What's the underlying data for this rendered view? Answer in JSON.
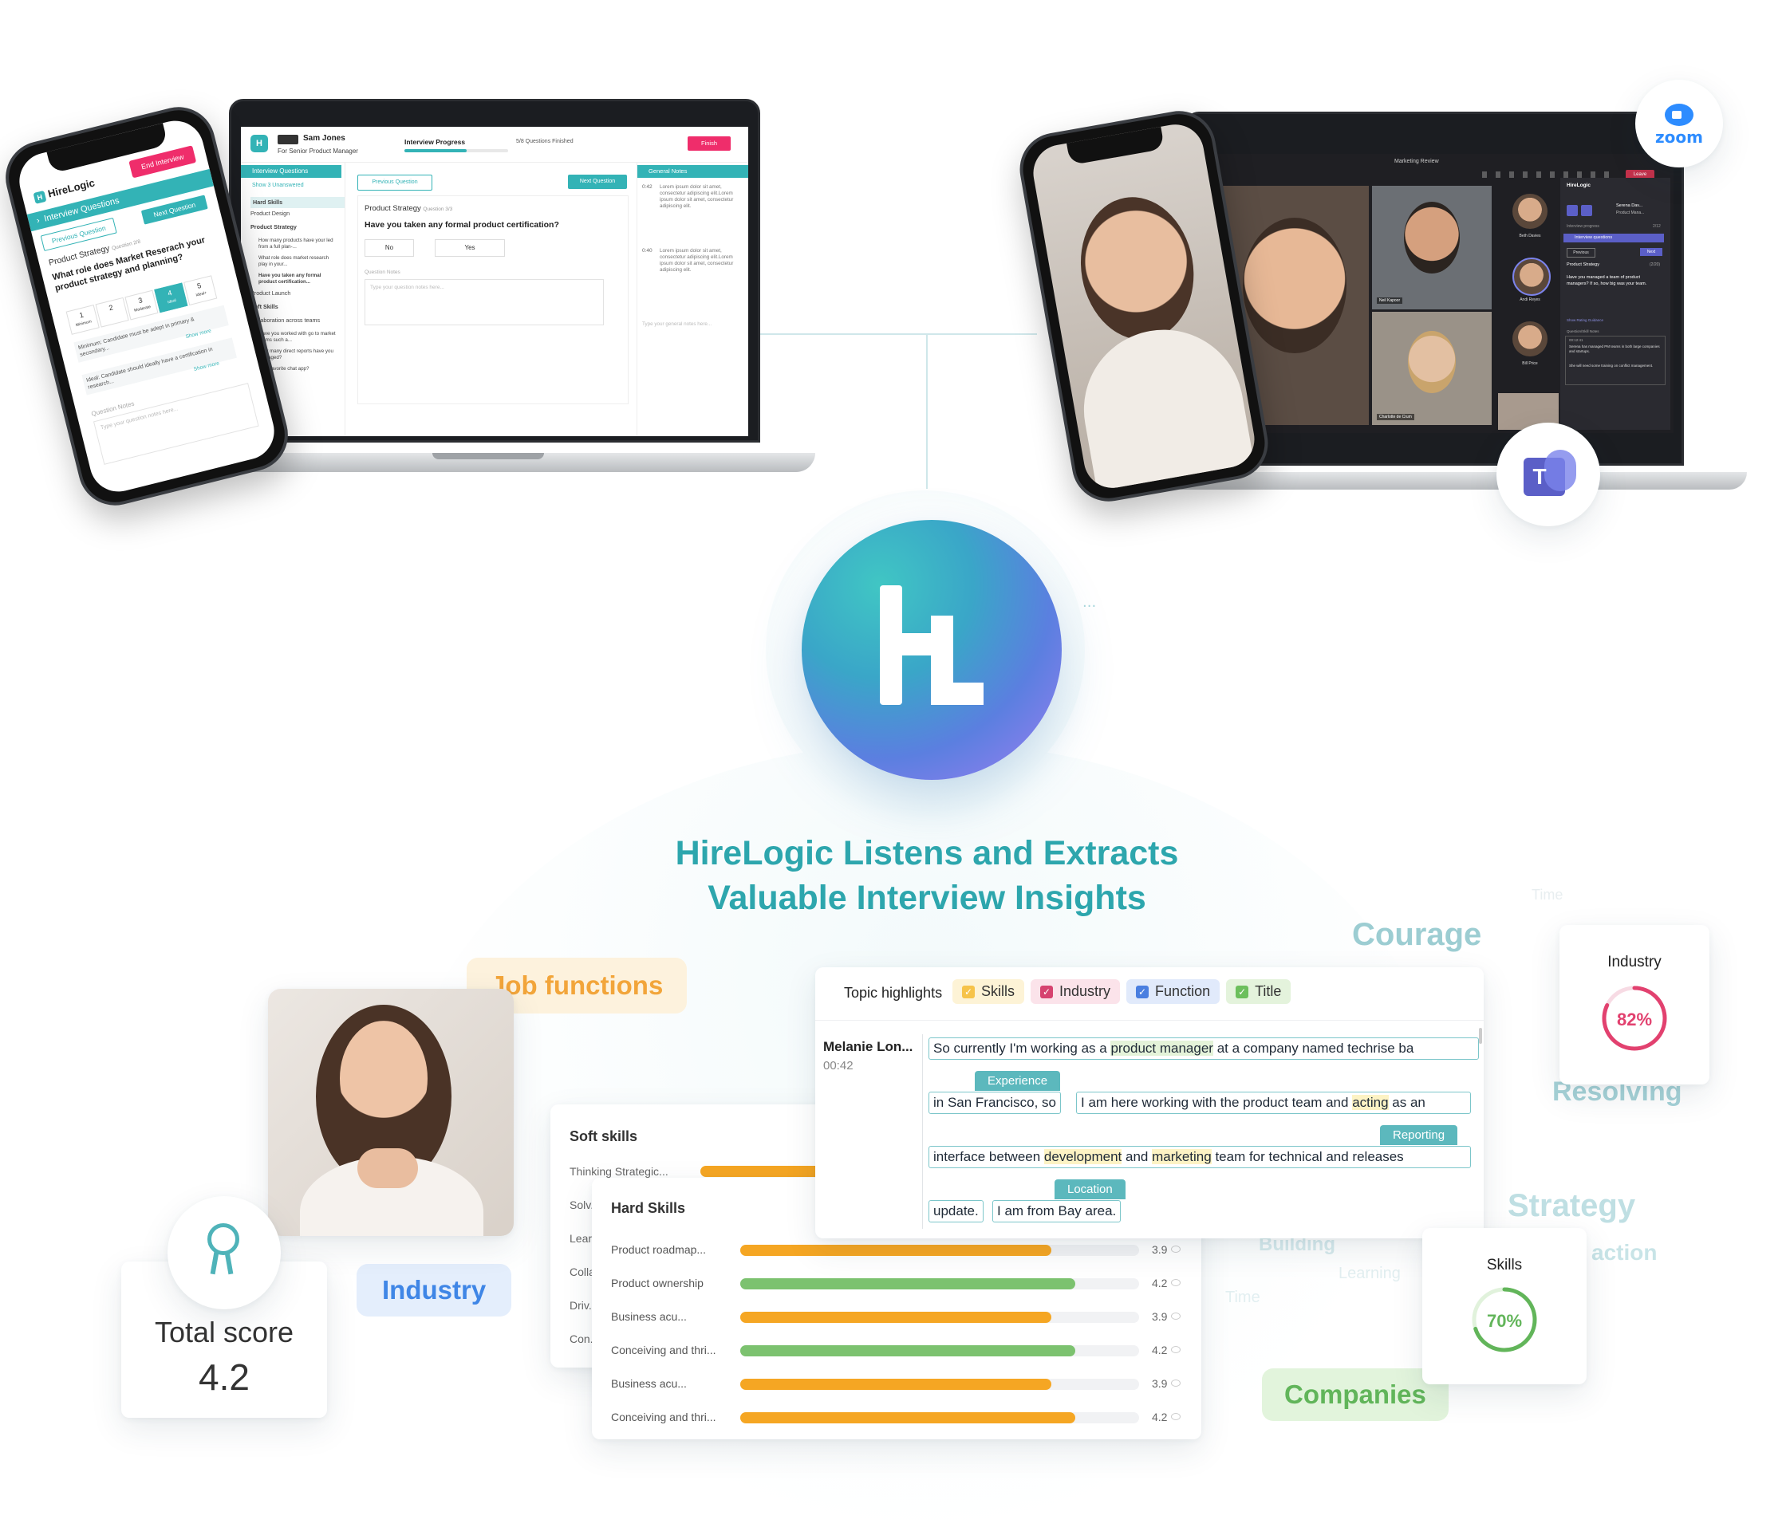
{
  "left_laptop": {
    "candidate": "Sam Jones",
    "role": "For Senior Product Manager",
    "progress_label": "Interview Progress",
    "progress_count": "5/8 Questions Finished",
    "progress_fraction": 0.6,
    "finish": "Finish",
    "sidebar_title": "Interview Questions",
    "show_unanswered": "Show 3 Unanswered",
    "items": [
      "Hard Skills",
      "Product Design",
      "Product Strategy",
      "How many products have your led from a full plan-...",
      "What role does market research play in your...",
      "Have you taken any formal product certification...",
      "Product Launch",
      "Soft Skills",
      "Collaboration across teams",
      "Have you worked with go to market teams such a...",
      "How many direct reports have you managed?",
      "Your favorite chat app?"
    ],
    "prev": "Previous Question",
    "next": "Next Question",
    "question_section": "Product Strategy",
    "question_number": "Question 3/3",
    "question": "Have you taken any formal product certification?",
    "no": "No",
    "yes": "Yes",
    "notes_label": "Question Notes",
    "notes_placeholder": "Type your question notes here...",
    "general_notes": "General Notes",
    "note_time_1": "0:42",
    "note_time_2": "0:40",
    "note_text": "Lorem ipsum dolor sit amet, consectetur adipiscing elit.Lorem ipsum dolor sit amet, consectetur adipiscing elit.",
    "general_placeholder": "Type your general notes here..."
  },
  "left_phone": {
    "brand": "HireLogic",
    "end": "End Interview",
    "section": "Interview Questions",
    "prev": "Previous Question",
    "next": "Next Question",
    "topic": "Product Strategy",
    "topic_num": "Question 2/8",
    "question": "What role does Market Reserach your product strategy and planning?",
    "ratings": [
      "1",
      "2",
      "3",
      "4",
      "5"
    ],
    "rating_labels": [
      "Minimum",
      "",
      "Moderate",
      "Ideal",
      "Ideal+"
    ],
    "min_text": "Minimum: Candidate must be adept in primary & secondary...",
    "ideal_text": "Ideal: Candidate should ideally have a certification in research...",
    "show_more": "Show more",
    "notes_label": "Question Notes",
    "notes_placeholder": "Type your question notes here..."
  },
  "right_laptop": {
    "meeting_title": "Marketing Review",
    "leave": "Leave",
    "participants": [
      "Beth Davies",
      "Neil Kapoor",
      "Andi Reyes",
      "Bill Price",
      "Charlotte de Crum"
    ],
    "panel_title": "HireLogic",
    "panel_name": "Serena Dav...",
    "panel_role": "Product Mana...",
    "progress": "Interview progress",
    "progress_count": "2/12",
    "section": "Interview questions",
    "prev": "Previous",
    "next": "Next",
    "topic": "Product Strategy",
    "topic_num": "(2/20)",
    "question": "Have you managed a team of product managers? If so, how big was your team.",
    "ratings": [
      "1",
      "2",
      "3",
      "✓",
      "5"
    ],
    "rating_guidance": "Show Rating Guidance",
    "notes_label": "Question/Skill Notes",
    "note_time": "00:12:41",
    "note_1": "Serena has managed PM teams in both large companies and startups.",
    "note_2": "She will need some training on conflict management."
  },
  "badges": {
    "zoom": "zoom",
    "teams": "T"
  },
  "hero": {
    "line1": "HireLogic Listens and Extracts",
    "line2": "Valuable Interview Insights",
    "ellipsis": "..."
  },
  "words": {
    "job_functions": "Job functions",
    "industry_chip": "Industry",
    "companies": "Companies",
    "courage": "Courage",
    "resolving": "Resolving",
    "strategy": "Strategy",
    "action": "action",
    "building": "Building",
    "learning": "Learning",
    "time1": "Time",
    "time2": "Time"
  },
  "total_score": {
    "label": "Total score",
    "value": "4.2"
  },
  "industry_card": {
    "label": "Industry",
    "value": "82%",
    "fraction": 0.82
  },
  "skills_card": {
    "label": "Skills",
    "value": "70%",
    "fraction": 0.7
  },
  "soft_skills": {
    "title": "Soft skills",
    "rows": [
      "Thinking Strategic...",
      "Solv...",
      "Lear...",
      "Colla...",
      "Driv...",
      "Con..."
    ]
  },
  "hard_skills": {
    "title": "Hard Skills",
    "rows": [
      {
        "label": "Product roadmap...",
        "score": "3.9",
        "value": 3.9,
        "color": "#f5a623"
      },
      {
        "label": "Product ownership",
        "score": "4.2",
        "value": 4.2,
        "color": "#7cc26f"
      },
      {
        "label": "Business acu...",
        "score": "3.9",
        "value": 3.9,
        "color": "#f5a623"
      },
      {
        "label": "Conceiving and thri...",
        "score": "4.2",
        "value": 4.2,
        "color": "#7cc26f"
      },
      {
        "label": "Business acu...",
        "score": "3.9",
        "value": 3.9,
        "color": "#f5a623"
      },
      {
        "label": "Conceiving and thri...",
        "score": "4.2",
        "value": 4.2,
        "color": "#f5a623"
      }
    ]
  },
  "transcript": {
    "header": "Topic highlights",
    "chips": [
      {
        "label": "Skills",
        "bg": "#fdf3d6",
        "box": "#f6c34a"
      },
      {
        "label": "Industry",
        "bg": "#fbe3ea",
        "box": "#d6426f"
      },
      {
        "label": "Function",
        "bg": "#e1eafb",
        "box": "#4a7fe0"
      },
      {
        "label": "Title",
        "bg": "#e4f3dc",
        "box": "#6cbf5c"
      }
    ],
    "speaker": "Melanie Lon...",
    "time": "00:42",
    "line1_a": "So currently I'm working as a ",
    "line1_hl": "product manager",
    "line1_b": " at a company named techrise ba",
    "tag_experience": "Experience",
    "line2_a": "in San Francisco, so",
    "line2_b1": "I am here working with the product team and ",
    "line2_hl": "acting",
    "line2_b2": " as an",
    "tag_reporting": "Reporting",
    "line3_a": "interface between ",
    "line3_hl1": "development",
    "line3_b": " and ",
    "line3_hl2": "marketing",
    "line3_c": " team for technical and releases",
    "tag_location": "Location",
    "line4_a": "update.",
    "line4_b": "I am from Bay area."
  }
}
